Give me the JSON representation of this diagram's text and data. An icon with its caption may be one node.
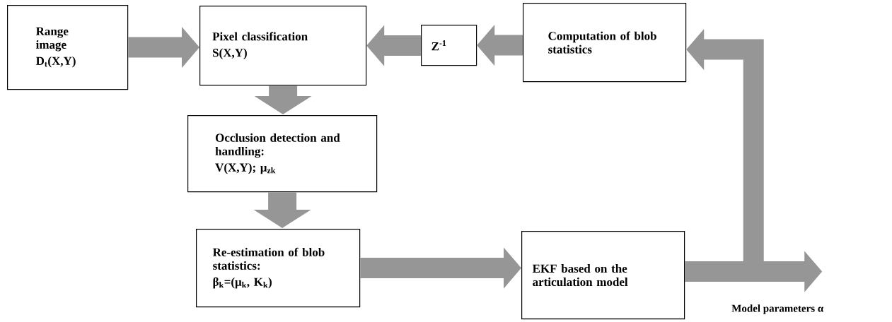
{
  "diagram": {
    "nodes": [
      {
        "text": [
          "Range image",
          "D$_{t}$(X,Y)"
        ]
      },
      {
        "text": [
          "Pixel classification",
          "S(X,Y)"
        ]
      },
      {
        "text": [
          "Z$^{-1}$"
        ]
      },
      {
        "text": [
          "Computation of blob statistics"
        ]
      },
      {
        "text": [
          "Occlusion detection and handling:",
          "V(X,Y);  μ$_{zk}$"
        ]
      },
      {
        "text": [
          "Re-estimation of blob statistics:",
          "β$_{k}$=(μ$_{k}$, K$_{k}$)"
        ]
      },
      {
        "text": [
          "EKF based on the articulation model"
        ]
      }
    ],
    "edges": [
      {
        "from": 0,
        "to": 1,
        "arrow": "to"
      },
      {
        "from": 2,
        "to": 1,
        "arrow": "to"
      },
      {
        "from": 3,
        "to": 2,
        "arrow": "to"
      },
      {
        "from": 1,
        "to": 4,
        "arrow": "to"
      },
      {
        "from": 4,
        "to": 5,
        "arrow": "to"
      },
      {
        "from": 5,
        "to": 6,
        "arrow": "to"
      },
      {
        "from": 6,
        "to": 3,
        "arrow": "to"
      },
      {
        "from": 6,
        "to": null,
        "arrow": "to"
      }
    ],
    "labels": [
      "Model parameters  α"
    ]
  }
}
